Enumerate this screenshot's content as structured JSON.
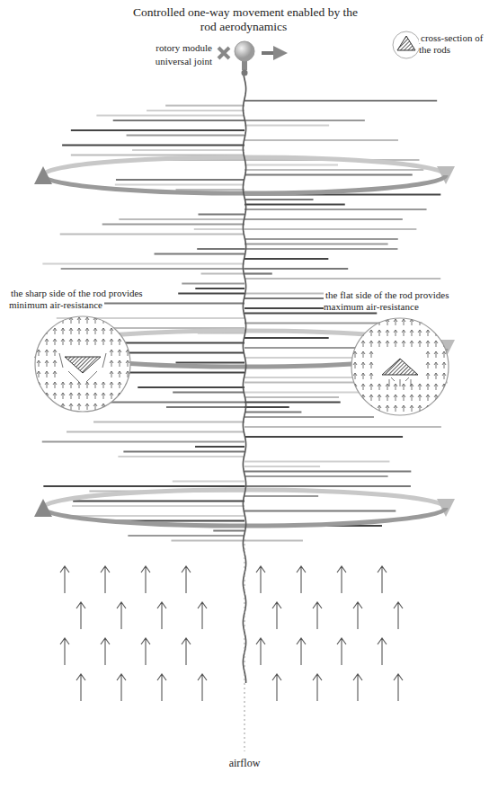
{
  "diagram": {
    "title": "Controlled one-way movement enabled by the rod aerodynamics",
    "labels": [
      "rotory module",
      "universal joint",
      "cross-section of the rods",
      "the sharp side of the rod provides minimum air-resistance",
      "the flat side of the rod provides maximum air-resistance",
      "airflow"
    ]
  }
}
